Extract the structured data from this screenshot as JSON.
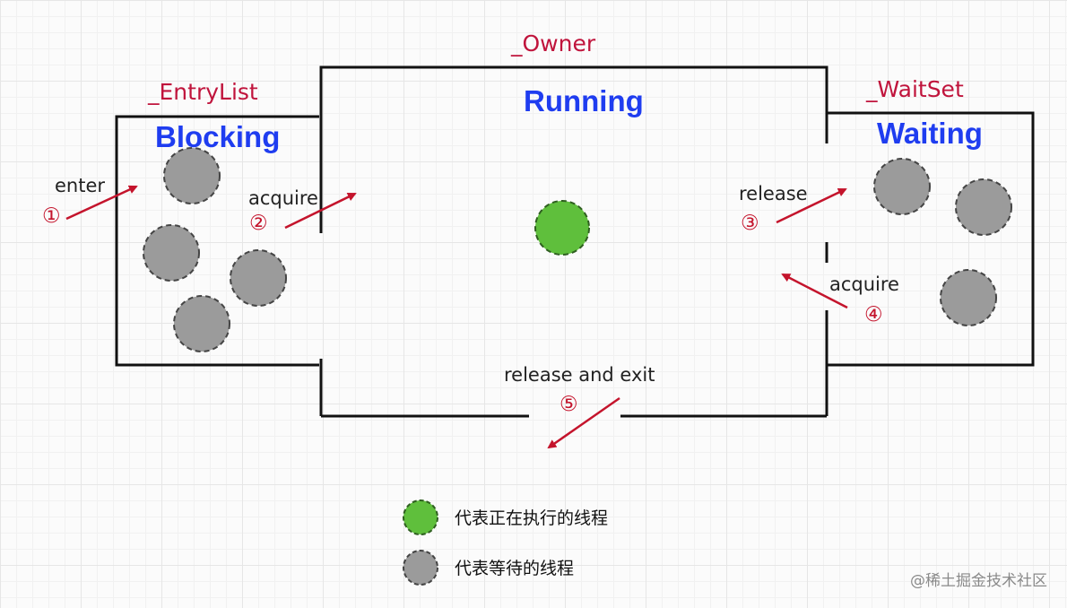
{
  "regions": {
    "entry_list": "_EntryList",
    "owner": "_Owner",
    "wait_set": "_WaitSet"
  },
  "states": {
    "blocking": "Blocking",
    "running": "Running",
    "waiting": "Waiting"
  },
  "steps": [
    {
      "num": "①",
      "label": "enter"
    },
    {
      "num": "②",
      "label": "acquire"
    },
    {
      "num": "③",
      "label": "release"
    },
    {
      "num": "④",
      "label": "acquire"
    },
    {
      "num": "⑤",
      "label": "release and exit"
    }
  ],
  "legend": {
    "running_thread": "代表正在执行的线程",
    "waiting_thread": "代表等待的线程"
  },
  "watermark": "@稀土掘金技术社区",
  "colors": {
    "region_label": "#c0143c",
    "state_label": "#1f3df0",
    "arrow": "#c4142c",
    "running_dot": "#5fbf3c",
    "waiting_dot": "#9b9b9b",
    "box_stroke": "#111111"
  }
}
